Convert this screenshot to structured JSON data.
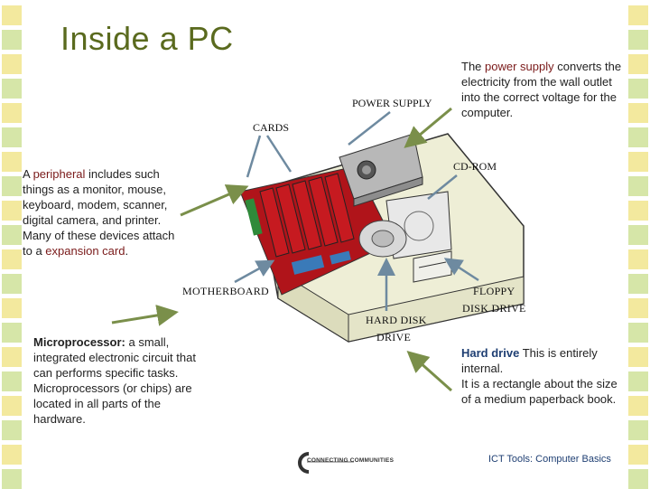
{
  "title": "Inside a PC",
  "power_text": {
    "prefix": "The ",
    "term": "power supply",
    "rest": " converts the electricity from the wall outlet into the correct voltage for the computer."
  },
  "peripheral_text": {
    "prefix": "A ",
    "term": "peripheral",
    "middle": " includes such things as a monitor, mouse, keyboard, modem, scanner, digital camera, and printer. Many of these devices attach to a ",
    "term2": "expansion card",
    "suffix": "."
  },
  "processor_text": {
    "term": "Microprocessor:",
    "rest": " a small, integrated electronic circuit that can performs specific tasks. Microprocessors (or chips) are located in all parts of the hardware."
  },
  "harddrive_text": {
    "term": "Hard drive",
    "rest": " This is entirely internal.",
    "line2": "It is a rectangle about the size of a medium paperback book."
  },
  "diagram_labels": {
    "power_supply": "POWER SUPPLY",
    "cards": "CARDS",
    "cdrom": "CD-ROM",
    "motherboard": "MOTHERBOARD",
    "floppy": "FLOPPY",
    "floppy2": "DISK DRIVE",
    "harddisk": "HARD DISK",
    "harddisk2": "DRIVE"
  },
  "footer": "ICT Tools: Computer Basics",
  "logo_text": "CONNECTING COMMUNITIES",
  "colors": {
    "title": "#5a6a1e",
    "term_highlight": "#7a1a1a",
    "accent_blue": "#1f3f73",
    "stripe_yellow": "#f3e99e",
    "stripe_green": "#d6e6a8",
    "motherboard_red": "#b0141a"
  }
}
